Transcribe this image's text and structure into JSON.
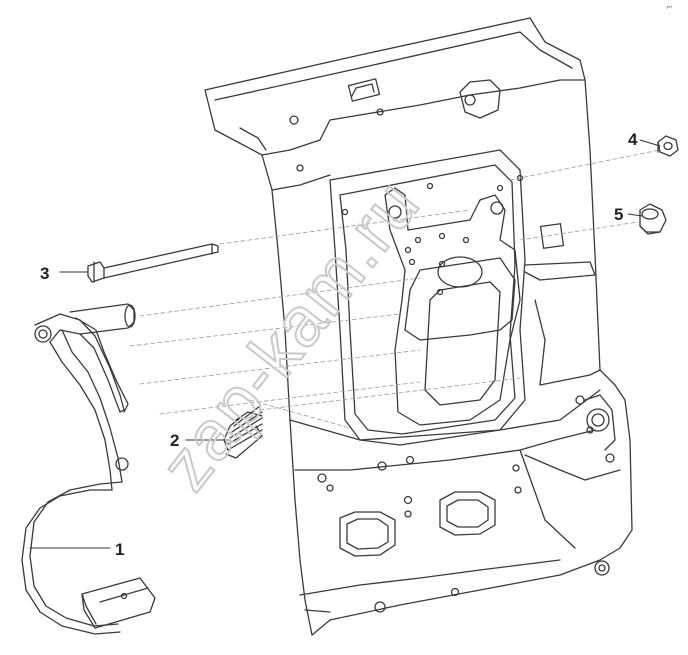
{
  "diagram": {
    "parts": [
      {
        "id": "1",
        "label": "1"
      },
      {
        "id": "2",
        "label": "2"
      },
      {
        "id": "3",
        "label": "3"
      },
      {
        "id": "4",
        "label": "4"
      },
      {
        "id": "5",
        "label": "5"
      }
    ],
    "watermark": "zap-kam.ru",
    "corner_mark": "⌐"
  }
}
